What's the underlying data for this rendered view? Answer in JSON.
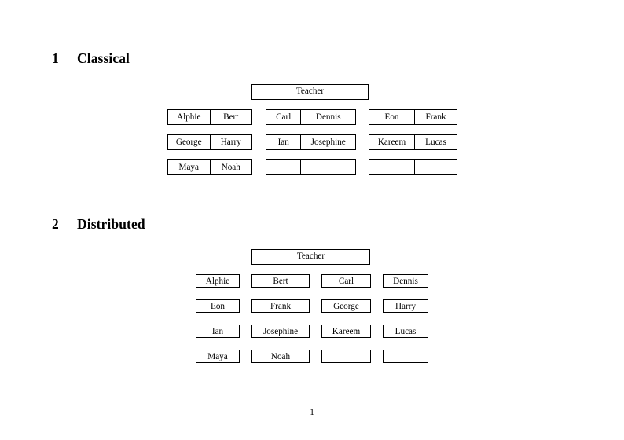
{
  "document": {
    "page_number": "1"
  },
  "sections": [
    {
      "number": "1",
      "title": "Classical",
      "root_label": "Teacher",
      "layout": "grouped-pairs",
      "groups": [
        {
          "rows": [
            [
              "Alphie",
              "Bert"
            ],
            [
              "George",
              "Harry"
            ],
            [
              "Maya",
              "Noah"
            ]
          ]
        },
        {
          "rows": [
            [
              "Carl",
              "Dennis"
            ],
            [
              "Ian",
              "Josephine"
            ],
            [
              "",
              ""
            ]
          ]
        },
        {
          "rows": [
            [
              "Eon",
              "Frank"
            ],
            [
              "Kareem",
              "Lucas"
            ],
            [
              "",
              ""
            ]
          ]
        }
      ]
    },
    {
      "number": "2",
      "title": "Distributed",
      "root_label": "Teacher",
      "layout": "individual-boxes",
      "rows": [
        [
          "Alphie",
          "Bert",
          "Carl",
          "Dennis"
        ],
        [
          "Eon",
          "Frank",
          "George",
          "Harry"
        ],
        [
          "Ian",
          "Josephine",
          "Kareem",
          "Lucas"
        ],
        [
          "Maya",
          "Noah",
          "",
          ""
        ]
      ]
    }
  ],
  "colors": {
    "page_background": "#ffffff",
    "text": "#000000",
    "border": "#000000"
  }
}
